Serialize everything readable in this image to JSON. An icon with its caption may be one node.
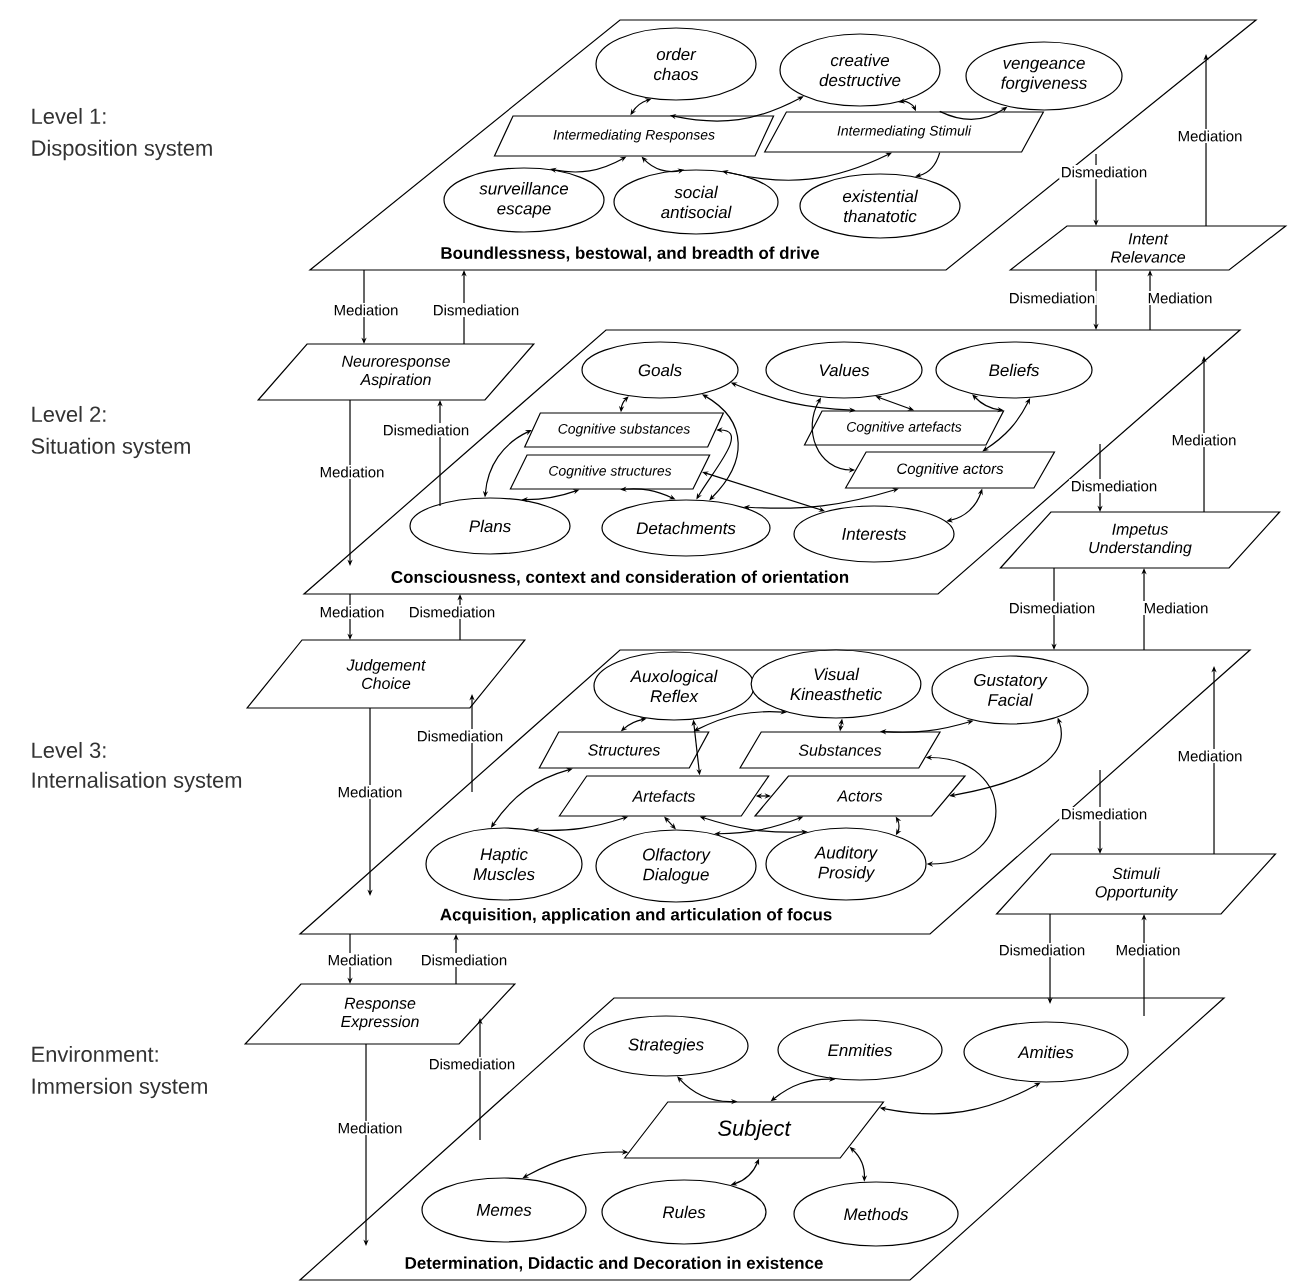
{
  "diagram": {
    "nodes": [
      {
        "text": [
          "Boundlessness, bestowal, and breadth of drive"
        ]
      },
      {
        "text": [
          "order chaos"
        ],
        "in": 0
      },
      {
        "text": [
          "creative destructive"
        ],
        "in": 0
      },
      {
        "text": [
          "vengeance forgiveness"
        ],
        "in": 0
      },
      {
        "text": [
          "Intermediating Responses"
        ],
        "in": 0
      },
      {
        "text": [
          "Intermediating Stimuli"
        ],
        "in": 0
      },
      {
        "text": [
          "surveillance escape"
        ],
        "in": 0
      },
      {
        "text": [
          "social antisocial"
        ],
        "in": 0
      },
      {
        "text": [
          "existential thanatotic"
        ],
        "in": 0
      },
      {
        "text": [
          "Intent Relevance"
        ]
      },
      {
        "text": [
          "Neuroresponse Aspiration"
        ]
      },
      {
        "text": [
          "Consciousness, context and consideration of orientation"
        ]
      },
      {
        "text": [
          "Goals"
        ],
        "in": 11
      },
      {
        "text": [
          "Values"
        ],
        "in": 11
      },
      {
        "text": [
          "Beliefs"
        ],
        "in": 11
      },
      {
        "text": [
          "Cognitive substances"
        ],
        "in": 11
      },
      {
        "text": [
          "Cognitive artefacts"
        ],
        "in": 11
      },
      {
        "text": [
          "Cognitive structures"
        ],
        "in": 11
      },
      {
        "text": [
          "Cognitive actors"
        ],
        "in": 11
      },
      {
        "text": [
          "Plans"
        ],
        "in": 11
      },
      {
        "text": [
          "Detachments"
        ],
        "in": 11
      },
      {
        "text": [
          "Interests"
        ],
        "in": 11
      },
      {
        "text": [
          "Impetus Understanding"
        ]
      },
      {
        "text": [
          "Judgement Choice"
        ]
      },
      {
        "text": [
          "Acquisition, application and articulation of focus"
        ]
      },
      {
        "text": [
          "Auxological Reflex"
        ],
        "in": 24
      },
      {
        "text": [
          "Visual Kineasthetic"
        ],
        "in": 24
      },
      {
        "text": [
          "Gustatory Facial"
        ],
        "in": 24
      },
      {
        "text": [
          "Structures"
        ],
        "in": 24
      },
      {
        "text": [
          "Substances"
        ],
        "in": 24
      },
      {
        "text": [
          "Artefacts"
        ],
        "in": 24
      },
      {
        "text": [
          "Actors"
        ],
        "in": 24
      },
      {
        "text": [
          "Haptic Muscles"
        ],
        "in": 24
      },
      {
        "text": [
          "Olfactory Dialogue"
        ],
        "in": 24
      },
      {
        "text": [
          "Auditory Prosidy"
        ],
        "in": 24
      },
      {
        "text": [
          "Stimuli Opportunity"
        ]
      },
      {
        "text": [
          "Response Expression"
        ]
      },
      {
        "text": [
          "Determination, Didactic and Decoration in existence"
        ]
      },
      {
        "text": [
          "Strategies"
        ],
        "in": 37
      },
      {
        "text": [
          "Enmities"
        ],
        "in": 37
      },
      {
        "text": [
          "Amities"
        ],
        "in": 37
      },
      {
        "text": [
          "Subject"
        ],
        "in": 37
      },
      {
        "text": [
          "Memes"
        ],
        "in": 37
      },
      {
        "text": [
          "Rules"
        ],
        "in": 37
      },
      {
        "text": [
          "Methods"
        ],
        "in": 37
      }
    ],
    "edges": [
      {
        "from": 1,
        "to": 4,
        "arrow": "both"
      },
      {
        "from": 4,
        "to": 2,
        "arrow": "both"
      },
      {
        "from": 5,
        "to": 2,
        "arrow": "both"
      },
      {
        "from": 5,
        "to": 3,
        "arrow": "to"
      },
      {
        "from": 4,
        "to": 6,
        "arrow": "both"
      },
      {
        "from": 7,
        "to": 4,
        "arrow": "both"
      },
      {
        "from": 7,
        "to": 5,
        "arrow": "both"
      },
      {
        "from": 5,
        "to": 8,
        "arrow": "to"
      },
      {
        "from": 12,
        "to": 15,
        "arrow": "both"
      },
      {
        "from": 15,
        "to": 19,
        "arrow": "both"
      },
      {
        "from": 17,
        "to": 19,
        "arrow": "both"
      },
      {
        "from": 17,
        "to": 20,
        "arrow": "both"
      },
      {
        "from": 12,
        "to": 20,
        "arrow": "both"
      },
      {
        "from": 15,
        "to": 20,
        "arrow": "both"
      },
      {
        "from": 12,
        "to": 16,
        "arrow": "both"
      },
      {
        "from": 13,
        "to": 16,
        "arrow": "both"
      },
      {
        "from": 13,
        "to": 18,
        "arrow": "both"
      },
      {
        "from": 14,
        "to": 16,
        "arrow": "both"
      },
      {
        "from": 14,
        "to": 18,
        "arrow": "both"
      },
      {
        "from": 18,
        "to": 20,
        "arrow": "both"
      },
      {
        "from": 17,
        "to": 21,
        "arrow": "both"
      },
      {
        "from": 21,
        "to": 18,
        "arrow": "both"
      },
      {
        "from": 25,
        "to": 28,
        "arrow": "both"
      },
      {
        "from": 25,
        "to": 30,
        "arrow": "both"
      },
      {
        "from": 26,
        "to": 28,
        "arrow": "both"
      },
      {
        "from": 26,
        "to": 29,
        "arrow": "both"
      },
      {
        "from": 27,
        "to": 29,
        "arrow": "both"
      },
      {
        "from": 27,
        "to": 31,
        "arrow": "both"
      },
      {
        "from": 28,
        "to": 32,
        "arrow": "both"
      },
      {
        "from": 30,
        "to": 32,
        "arrow": "both"
      },
      {
        "from": 30,
        "to": 33,
        "arrow": "both"
      },
      {
        "from": 30,
        "to": 31,
        "arrow": "both"
      },
      {
        "from": 31,
        "to": 33,
        "arrow": "both"
      },
      {
        "from": 31,
        "to": 34,
        "arrow": "both"
      },
      {
        "from": 30,
        "to": 34,
        "arrow": "both"
      },
      {
        "from": 29,
        "to": 34,
        "arrow": "both"
      },
      {
        "from": 38,
        "to": 41,
        "arrow": "both"
      },
      {
        "from": 39,
        "to": 41,
        "arrow": "both"
      },
      {
        "from": 40,
        "to": 41,
        "arrow": "both"
      },
      {
        "from": 42,
        "to": 41,
        "arrow": "both"
      },
      {
        "from": 43,
        "to": 41,
        "arrow": "both"
      },
      {
        "from": 44,
        "to": 41,
        "arrow": "both"
      },
      {
        "from": 0,
        "to": 10,
        "arrow": "to",
        "label": "Mediation"
      },
      {
        "from": 10,
        "to": 0,
        "arrow": "to",
        "label": "Dismediation"
      },
      {
        "from": 10,
        "to": 11,
        "arrow": "to",
        "label": "Mediation"
      },
      {
        "from": 11,
        "to": 10,
        "arrow": "to",
        "label": "Dismediation"
      },
      {
        "from": 11,
        "to": 23,
        "arrow": "to",
        "label": "Mediation"
      },
      {
        "from": 23,
        "to": 11,
        "arrow": "to",
        "label": "Dismediation"
      },
      {
        "from": 23,
        "to": 24,
        "arrow": "to",
        "label": "Mediation"
      },
      {
        "from": 24,
        "to": 23,
        "arrow": "to",
        "label": "Dismediation"
      },
      {
        "from": 24,
        "to": 36,
        "arrow": "to",
        "label": "Mediation"
      },
      {
        "from": 36,
        "to": 24,
        "arrow": "to",
        "label": "Dismediation"
      },
      {
        "from": 36,
        "to": 37,
        "arrow": "to",
        "label": "Mediation"
      },
      {
        "from": 37,
        "to": 36,
        "arrow": "to",
        "label": "Dismediation"
      },
      {
        "from": 0,
        "to": 9,
        "arrow": "to",
        "label": "Dismediation"
      },
      {
        "from": 9,
        "to": 0,
        "arrow": "to",
        "label": "Mediation"
      },
      {
        "from": 9,
        "to": 11,
        "arrow": "to",
        "label": "Dismediation"
      },
      {
        "from": 11,
        "to": 9,
        "arrow": "to",
        "label": "Mediation"
      },
      {
        "from": 11,
        "to": 22,
        "arrow": "to",
        "label": "Dismediation"
      },
      {
        "from": 22,
        "to": 11,
        "arrow": "to",
        "label": "Mediation"
      },
      {
        "from": 22,
        "to": 24,
        "arrow": "to",
        "label": "Dismediation"
      },
      {
        "from": 24,
        "to": 22,
        "arrow": "to",
        "label": "Mediation"
      },
      {
        "from": 24,
        "to": 35,
        "arrow": "to",
        "label": "Dismediation"
      },
      {
        "from": 35,
        "to": 24,
        "arrow": "to",
        "label": "Mediation"
      },
      {
        "from": 35,
        "to": 37,
        "arrow": "to",
        "label": "Dismediation"
      },
      {
        "from": 37,
        "to": 35,
        "arrow": "to",
        "label": "Mediation"
      }
    ],
    "labels": [
      "Level 1:",
      "Disposition system",
      "Level 2:",
      "Situation system",
      "Level 3:",
      "Internalisation system",
      "Environment:",
      "Immersion system"
    ]
  }
}
